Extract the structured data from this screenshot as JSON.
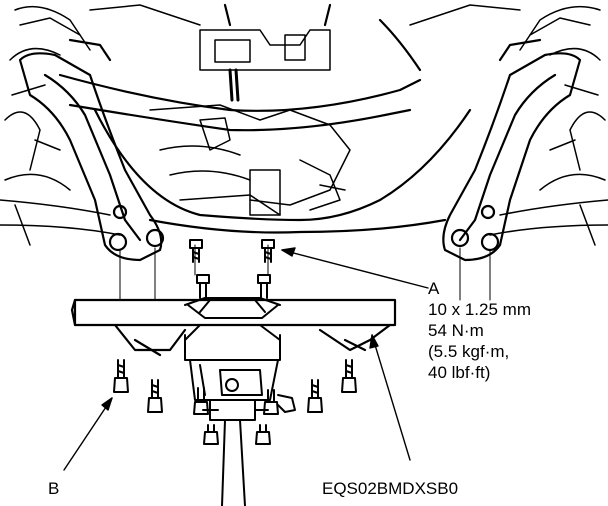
{
  "callout_a": {
    "letter": "A",
    "spec_lines": [
      "10 x 1.25 mm",
      "54 N·m",
      "(5.5 kgf·m,",
      "40 lbf·ft)"
    ]
  },
  "callout_b": {
    "letter": "B"
  },
  "figure_code": "EQS02BMDXSB0",
  "colors": {
    "ink": "#000000",
    "paper": "#ffffff",
    "shade": "#d8d8d8"
  }
}
